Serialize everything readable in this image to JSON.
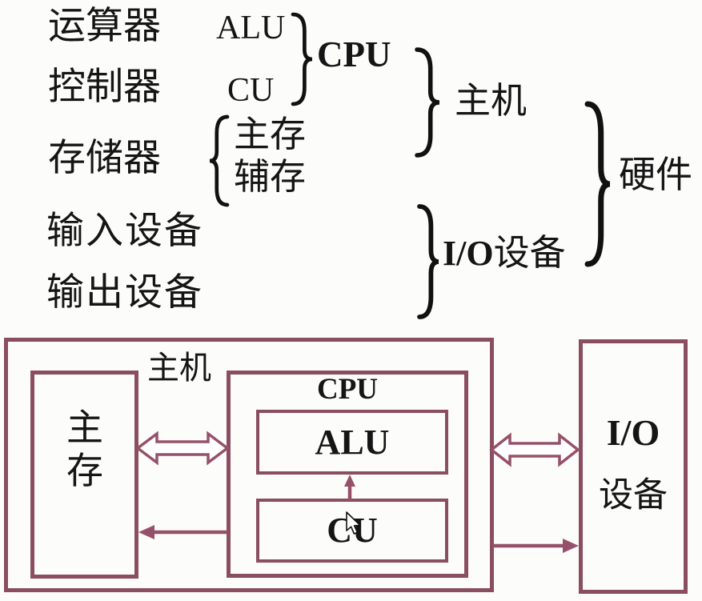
{
  "colors": {
    "bg": "#fcfcfb",
    "ink": "#151515",
    "border": "#8a4d61",
    "arrow": "#96516a"
  },
  "taxonomy": {
    "rows": [
      {
        "name": "运算器",
        "abbr": "ALU"
      },
      {
        "name": "控制器",
        "abbr": "CU"
      },
      {
        "name": "存储器",
        "sub": [
          "主存",
          "辅存"
        ]
      },
      {
        "name": "输入设备"
      },
      {
        "name": "输出设备"
      }
    ],
    "cpu": "CPU",
    "host": "主机",
    "io": {
      "prefix": "I/O",
      "suffix": "设备"
    },
    "hardware": "硬件"
  },
  "diagram": {
    "host_label": "主机",
    "main_memory_label": "主存",
    "cpu_label": "CPU",
    "alu_label": "ALU",
    "cu_label": "CU",
    "io_label_line1": "I/O",
    "io_label_line2": "设备"
  }
}
